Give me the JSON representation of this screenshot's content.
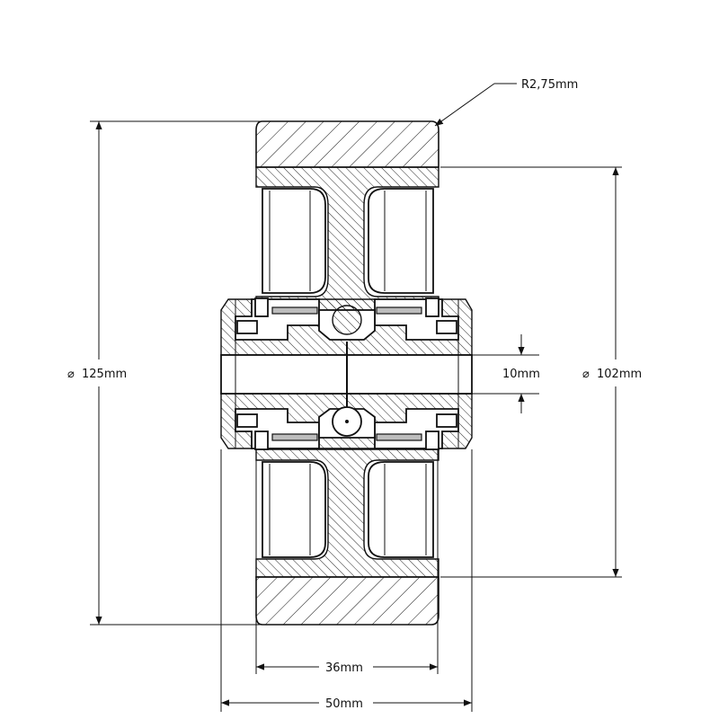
{
  "dimensions": {
    "radius": "R2,75mm",
    "outer_diameter": "125mm",
    "inner_diameter": "102mm",
    "bore": "10mm",
    "tread_width": "36mm",
    "overall_width": "50mm"
  },
  "symbols": {
    "diameter": "⌀"
  },
  "colors": {
    "line": "#111111",
    "background": "#ffffff",
    "fill_grey": "#bdbdbd"
  }
}
